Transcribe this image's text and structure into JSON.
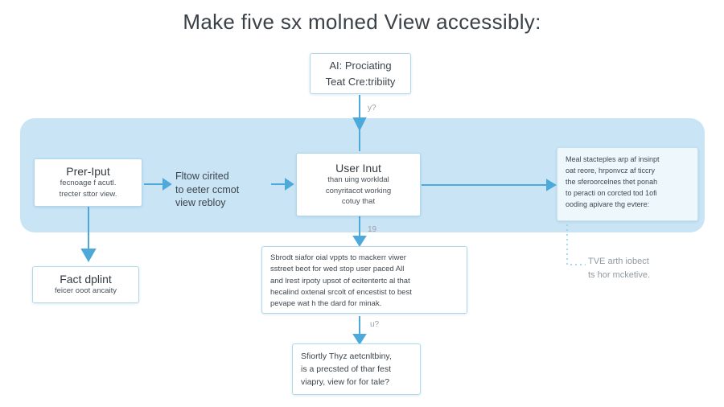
{
  "title": "Make five sx molned View accessibly:",
  "accents": {
    "band_background": "#c9e4f5",
    "arrow_color": "#4da9da",
    "dashed_connector_color": "#8ecbe9",
    "box_border": "#aed9ec"
  },
  "nodes": {
    "top_box": {
      "lines": [
        "AI: Prociating",
        "Teat Cre:tribiity"
      ]
    },
    "left_box": {
      "title": "Prer-Iput",
      "lines": [
        "fecnoage f acutl.",
        "trecter sttor view."
      ]
    },
    "flow_note": {
      "lines": [
        "Fltow cirited",
        "to eeter ccmot",
        "view rebloy"
      ]
    },
    "center_box": {
      "title": "User Inut",
      "lines": [
        "than uing workldal",
        "conyritacot working",
        "cotuy that"
      ]
    },
    "right_box": {
      "lines": [
        "Meal stacteples arp af insinpt",
        "oat reore, hrponvcz af ticcry",
        "the sferoorcelnes thet ponah",
        "to peracti on corcted tod 1ofi",
        "ooding apivare thg evtere:"
      ]
    },
    "fact_box": {
      "title": "Fact dplint",
      "lines": [
        "feicer ooot ancaity"
      ]
    },
    "detail_box": {
      "lines": [
        "Sbrodt siafor oial vppts to mackerr viwer",
        "sstreet beot for wed stop user paced All",
        "and lrest irpoty upsot of ecitentertc al that",
        "hecalind oxtenal srcolt of encestist to best",
        "pevape wat h the dard for minak."
      ]
    },
    "bottom_box": {
      "lines": [
        "Sfiortly Thyz aetcnltbiny,",
        "is a precsted of thar fest",
        "viapry, view for for tale?"
      ]
    },
    "side_note": {
      "lines": [
        "TVE arth iobect",
        "ts hor mcketive."
      ]
    }
  },
  "arrow_labels": {
    "top": "y?",
    "mid": "19",
    "low": "u?"
  }
}
